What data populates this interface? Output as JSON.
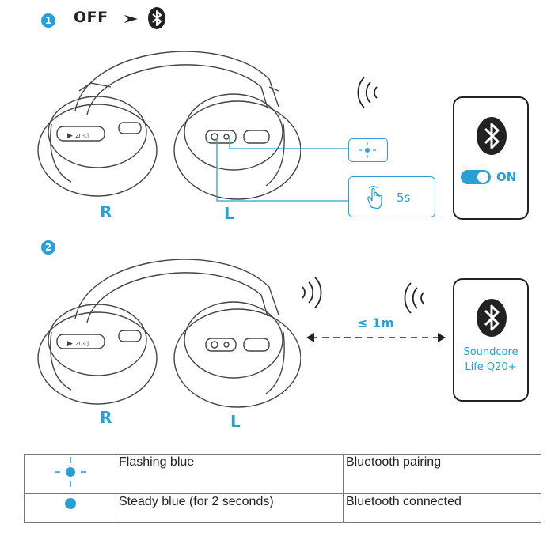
{
  "step1": {
    "number": "1",
    "off_label": "OFF",
    "arrow_icon": "right-arrowhead-icon",
    "bluetooth_icon": "bluetooth-icon",
    "right_label": "R",
    "left_label": "L",
    "hold_duration": "5s",
    "phone": {
      "toggle_label": "ON"
    }
  },
  "step2": {
    "number": "2",
    "right_label": "R",
    "left_label": "L",
    "distance": "≤ 1m",
    "phone": {
      "device_name_line1": "Soundcore",
      "device_name_line2": "Life Q20+"
    }
  },
  "legend": {
    "rows": [
      {
        "icon": "flashing-dot-icon",
        "description": "Flashing blue",
        "meaning": "Bluetooth pairing"
      },
      {
        "icon": "steady-dot-icon",
        "description": "Steady blue (for 2 seconds)",
        "meaning": "Bluetooth connected"
      }
    ]
  },
  "colors": {
    "accent": "#2a9fd6",
    "line": "#444444"
  }
}
